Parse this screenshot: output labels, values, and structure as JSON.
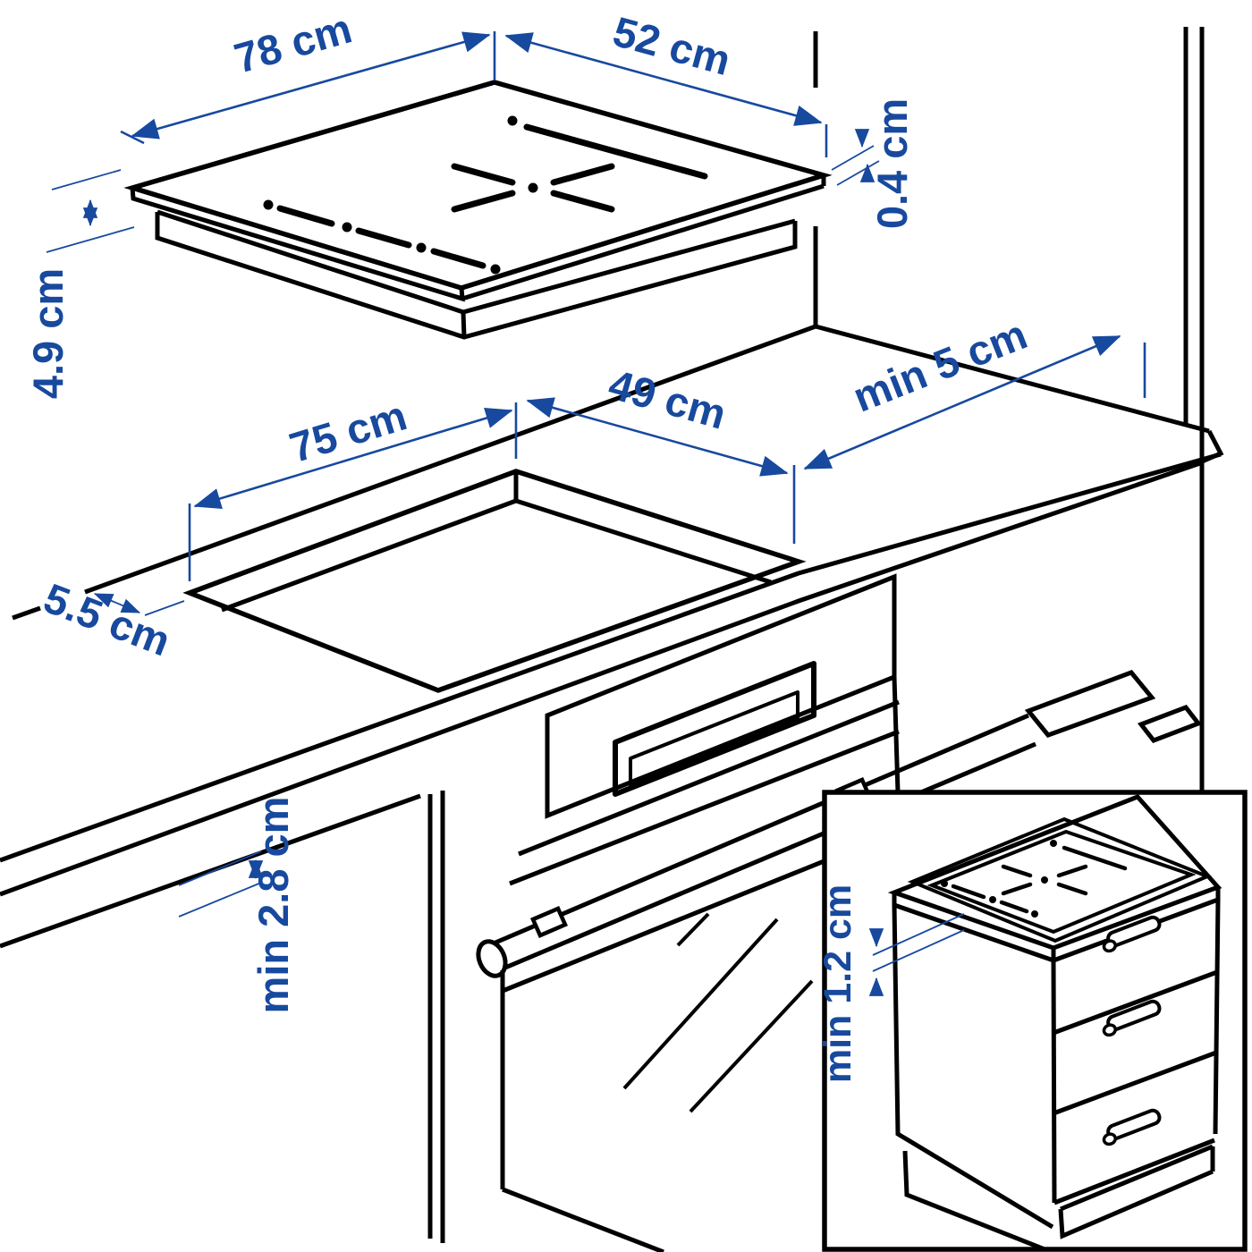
{
  "figure": {
    "type": "appliance-installation-diagram",
    "subject": "induction hob built-in measurement drawing",
    "accent_color": "#17499E",
    "line_color": "#000000",
    "background_color": "#FFFFFF"
  },
  "annotations": {
    "hob_width": "78 cm",
    "hob_depth": "52 cm",
    "glass_thickness": "0.4 cm",
    "hob_height": "4.9 cm",
    "cutout_width": "75 cm",
    "cutout_depth": "49 cm",
    "wall_clearance": "min 5 cm",
    "rear_clearance": "5.5 cm",
    "under_clearance": "min 2.8 cm",
    "cabinet_side_clearance": "min 1.2 cm"
  }
}
